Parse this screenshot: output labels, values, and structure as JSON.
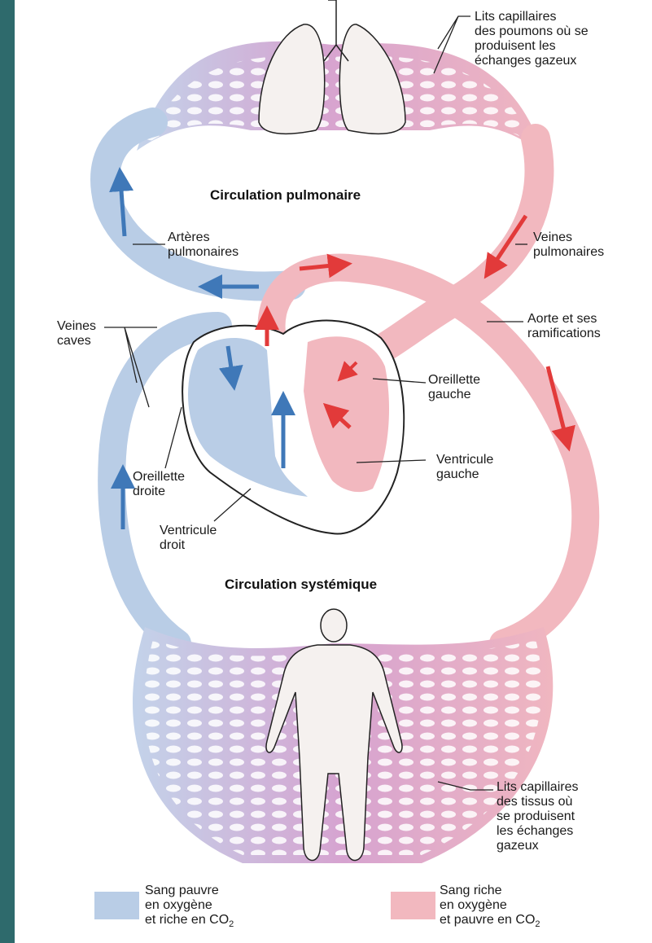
{
  "titles": {
    "pulmonary": "Circulation pulmonaire",
    "systemic": "Circulation systémique"
  },
  "labels": {
    "lung_capillaries": [
      "Lits capillaires",
      "des poumons où se",
      "produisent les",
      "échanges gazeux"
    ],
    "pulmonary_arteries": [
      "Artères",
      "pulmonaires"
    ],
    "pulmonary_veins": [
      "Veines",
      "pulmonaires"
    ],
    "aorta": [
      "Aorte et ses",
      "ramifications"
    ],
    "venae_cavae": [
      "Veines",
      "caves"
    ],
    "left_atrium": [
      "Oreillette",
      "gauche"
    ],
    "left_ventricle": [
      "Ventricule",
      "gauche"
    ],
    "right_atrium": [
      "Oreillette",
      "droite"
    ],
    "right_ventricle": [
      "Ventricule",
      "droit"
    ],
    "tissue_capillaries": [
      "Lits capillaires",
      "des tissus où",
      "se produisent",
      "les échanges",
      "gazeux"
    ]
  },
  "legend": {
    "deoxygenated": {
      "line1": "Sang pauvre",
      "line2": "en oxygène",
      "line3": "et riche en CO",
      "subscript": "2",
      "color": "#b9cde6"
    },
    "oxygenated": {
      "line1": "Sang riche",
      "line2": "en oxygène",
      "line3": "et pauvre en CO",
      "subscript": "2",
      "color": "#f2b8bf"
    }
  },
  "colors": {
    "blue_vessel": "#b9cde6",
    "blue_arrow": "#3f78b8",
    "red_vessel": "#f2b8bf",
    "red_arrow": "#e23a3a",
    "capillary_purple": "#d9a6d0"
  }
}
